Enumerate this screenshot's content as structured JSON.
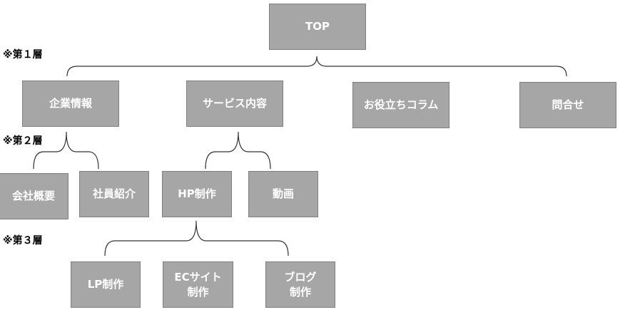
{
  "levels": {
    "l1": "※第１層",
    "l2": "※第２層",
    "l3": "※第３層"
  },
  "nodes": {
    "top": "TOP",
    "company": "企業情報",
    "service": "サービス内容",
    "column": "お役立ちコラム",
    "contact": "問合せ",
    "overview": "会社概要",
    "staff": "社員紹介",
    "hp": "HP制作",
    "video": "動画",
    "lp": "LP制作",
    "ec": [
      "ECサイト",
      "制作"
    ],
    "blog": [
      "ブログ",
      "制作"
    ]
  },
  "colors": {
    "node_fill": "#a6a6a6",
    "node_border": "#7f7f7f",
    "node_text": "#ffffff",
    "connector": "#333333"
  }
}
